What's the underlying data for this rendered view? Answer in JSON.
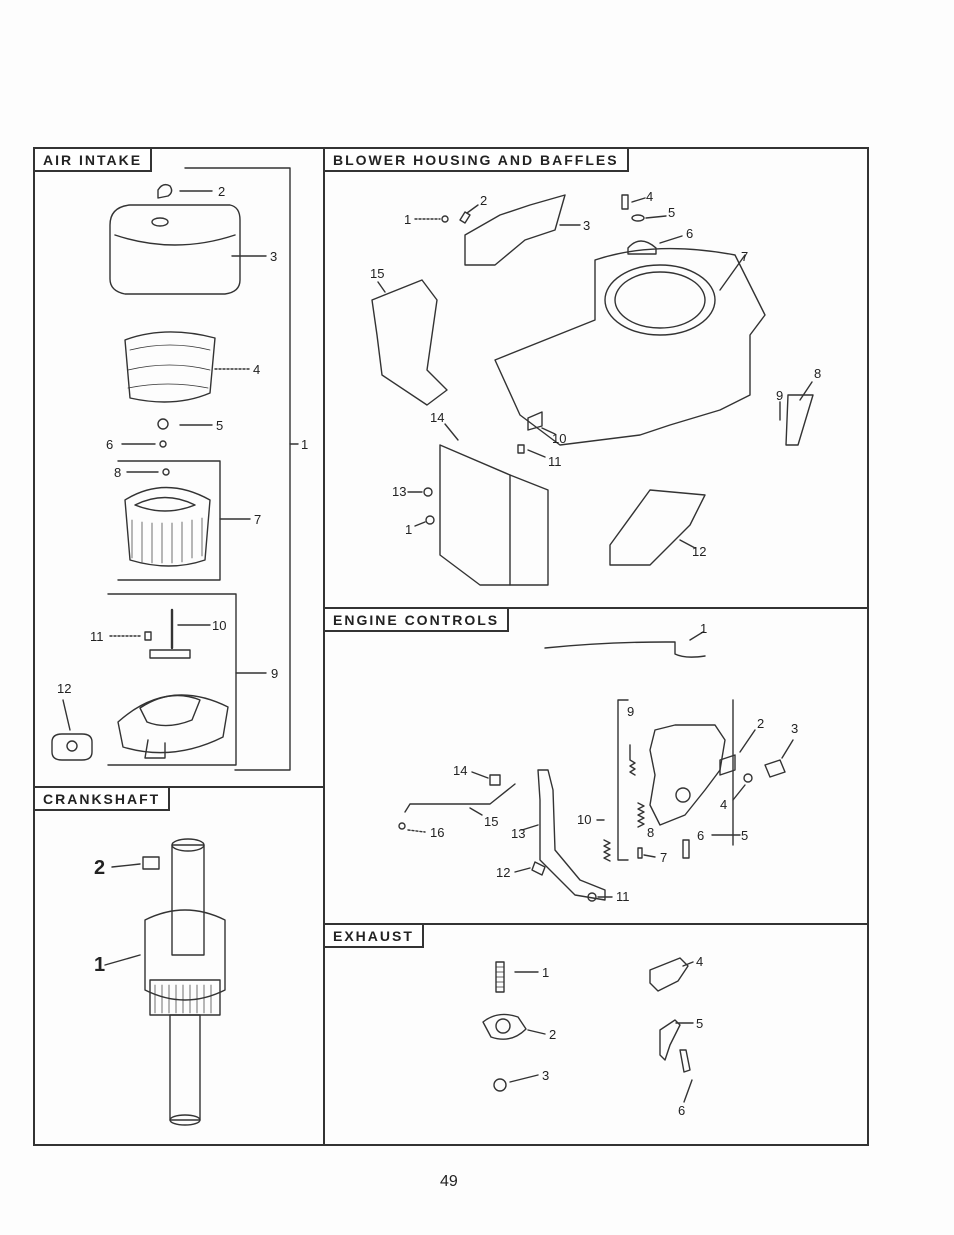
{
  "page_number": "49",
  "sections": {
    "air_intake": {
      "title": "AIR INTAKE",
      "labels": [
        "1",
        "2",
        "3",
        "4",
        "5",
        "6",
        "7",
        "8",
        "9",
        "10",
        "11",
        "12"
      ]
    },
    "blower_housing": {
      "title": "BLOWER HOUSING AND BAFFLES",
      "labels": [
        "1",
        "2",
        "3",
        "4",
        "5",
        "6",
        "7",
        "8",
        "9",
        "10",
        "11",
        "12",
        "13",
        "14",
        "15",
        "1"
      ]
    },
    "engine_controls": {
      "title": "ENGINE CONTROLS",
      "labels": [
        "1",
        "2",
        "3",
        "4",
        "5",
        "6",
        "7",
        "8",
        "9",
        "10",
        "11",
        "12",
        "13",
        "14",
        "15",
        "16"
      ]
    },
    "crankshaft": {
      "title": "CRANKSHAFT",
      "labels": [
        "1",
        "2"
      ]
    },
    "exhaust": {
      "title": "EXHAUST",
      "labels": [
        "1",
        "2",
        "3",
        "4",
        "5",
        "6"
      ]
    }
  }
}
